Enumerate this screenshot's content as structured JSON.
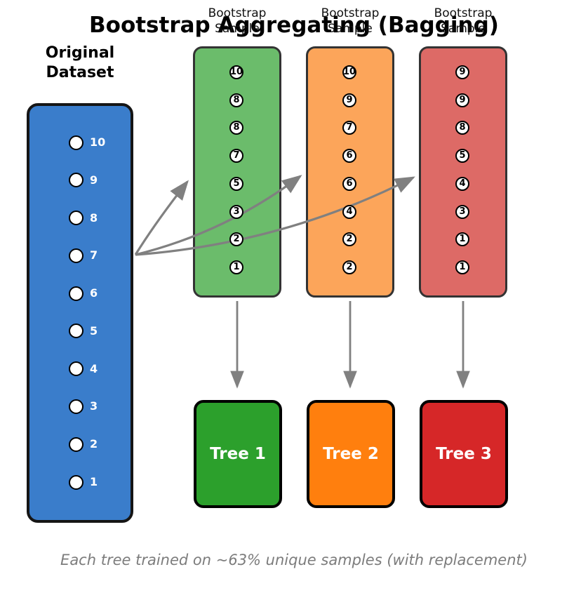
{
  "title": "Bootstrap Aggregating (Bagging)",
  "caption": "Each tree trained on ~63% unique samples (with replacement)",
  "colors": {
    "arrow": "#808080",
    "background": "#ffffff"
  },
  "original_dataset": {
    "label": [
      "Original",
      "Dataset"
    ],
    "values": [
      10,
      9,
      8,
      7,
      6,
      5,
      4,
      3,
      2,
      1
    ],
    "fill": "#3a7dcb",
    "border": "#151515"
  },
  "bootstrap_samples": [
    {
      "label": [
        "Bootstrap",
        "Sample"
      ],
      "values": [
        10,
        8,
        8,
        7,
        5,
        3,
        2,
        1
      ],
      "fill": "#6bbc6b",
      "border": "#333333"
    },
    {
      "label": [
        "Bootstrap",
        "Sample"
      ],
      "values": [
        10,
        9,
        7,
        6,
        6,
        4,
        2,
        2
      ],
      "fill": "#fca55a",
      "border": "#333333"
    },
    {
      "label": [
        "Bootstrap",
        "Sample"
      ],
      "values": [
        9,
        9,
        8,
        5,
        4,
        3,
        1,
        1
      ],
      "fill": "#dd6a66",
      "border": "#333333"
    }
  ],
  "trees": [
    {
      "label": "Tree 1",
      "fill": "#2ca02c"
    },
    {
      "label": "Tree 2",
      "fill": "#ff7f0e"
    },
    {
      "label": "Tree 3",
      "fill": "#d62728"
    }
  ]
}
